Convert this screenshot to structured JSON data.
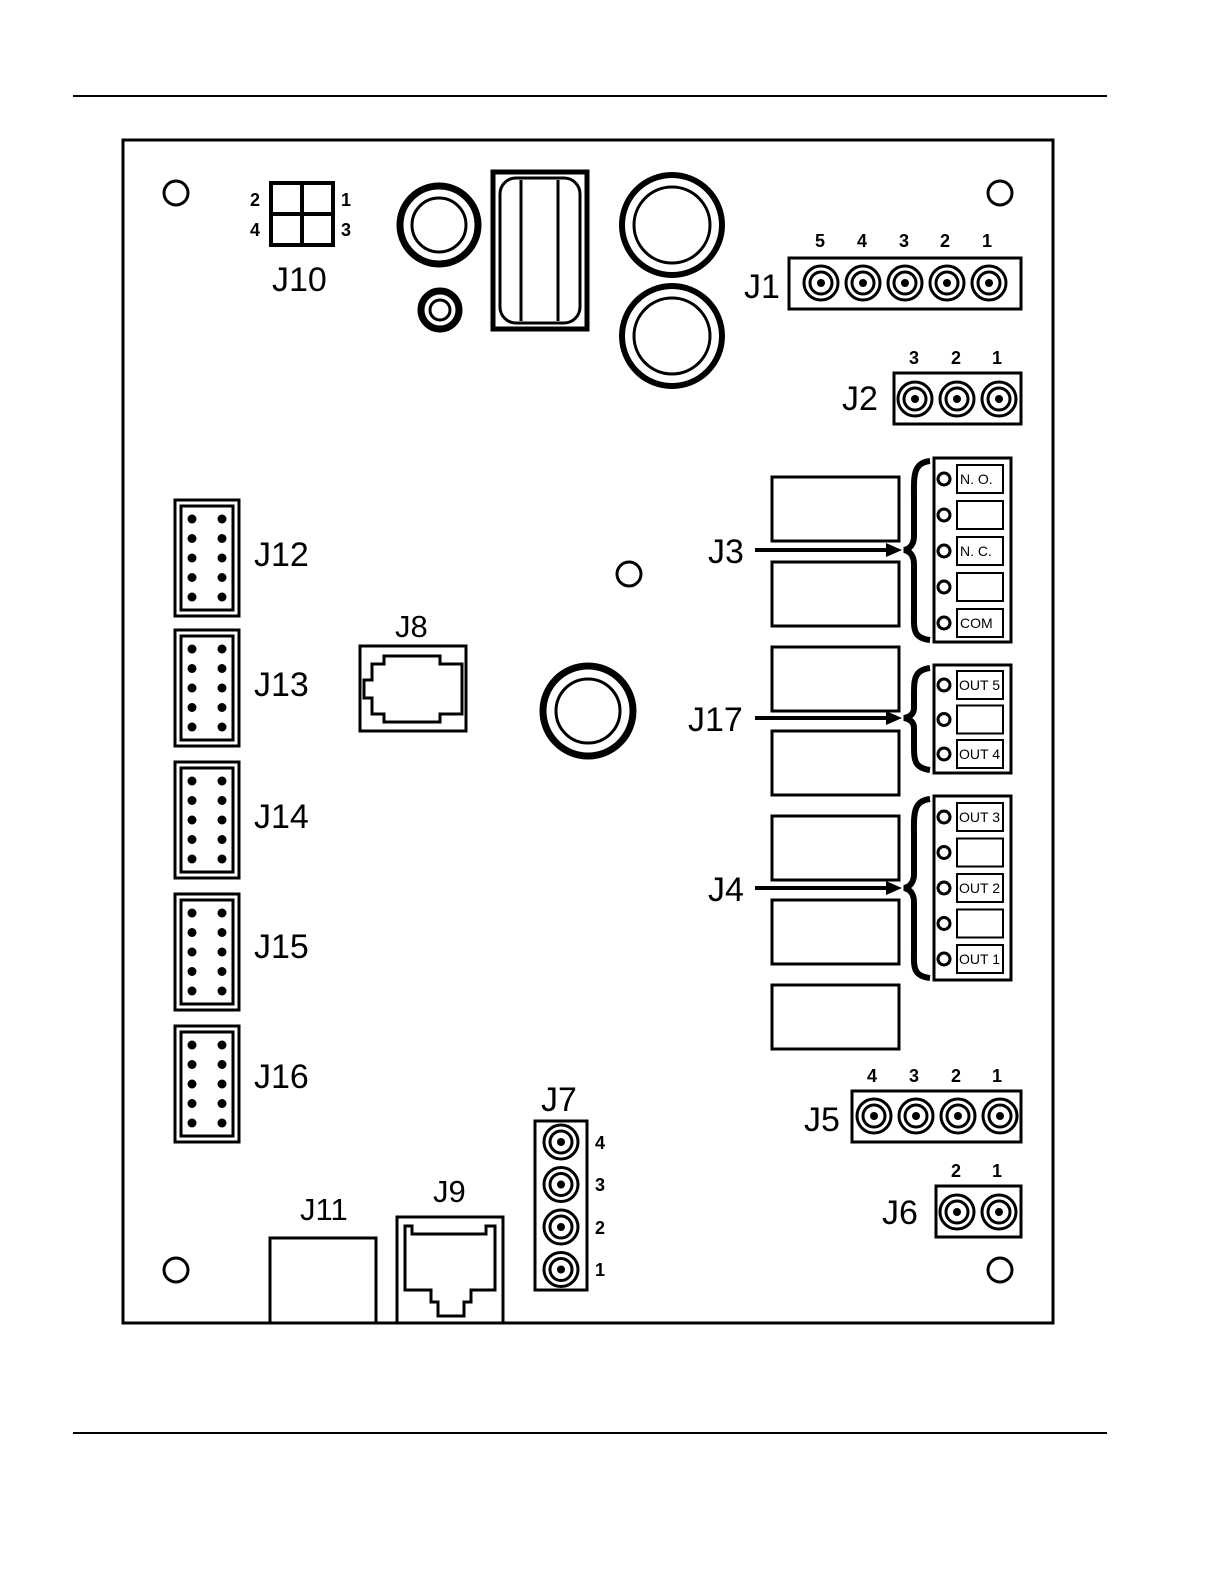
{
  "connectors": {
    "j1": {
      "name": "J1",
      "pins": [
        "5",
        "4",
        "3",
        "2",
        "1"
      ]
    },
    "j2": {
      "name": "J2",
      "pins": [
        "3",
        "2",
        "1"
      ]
    },
    "j3": {
      "name": "J3",
      "terminals": [
        "N. O.",
        "",
        "N. C.",
        "",
        "COM"
      ]
    },
    "j4": {
      "name": "J4",
      "terminals": [
        "OUT 3",
        "",
        "OUT 2",
        "",
        "OUT 1"
      ]
    },
    "j5": {
      "name": "J5",
      "pins": [
        "4",
        "3",
        "2",
        "1"
      ]
    },
    "j6": {
      "name": "J6",
      "pins": [
        "2",
        "1"
      ]
    },
    "j7": {
      "name": "J7",
      "pins": [
        "4",
        "3",
        "2",
        "1"
      ]
    },
    "j8": {
      "name": "J8"
    },
    "j9": {
      "name": "J9"
    },
    "j10": {
      "name": "J10",
      "pins": [
        "2",
        "1",
        "4",
        "3"
      ]
    },
    "j11": {
      "name": "J11"
    },
    "j12": {
      "name": "J12"
    },
    "j13": {
      "name": "J13"
    },
    "j14": {
      "name": "J14"
    },
    "j15": {
      "name": "J15"
    },
    "j16": {
      "name": "J16"
    },
    "j17": {
      "name": "J17",
      "terminals": [
        "OUT 5",
        "",
        "OUT 4"
      ]
    }
  }
}
